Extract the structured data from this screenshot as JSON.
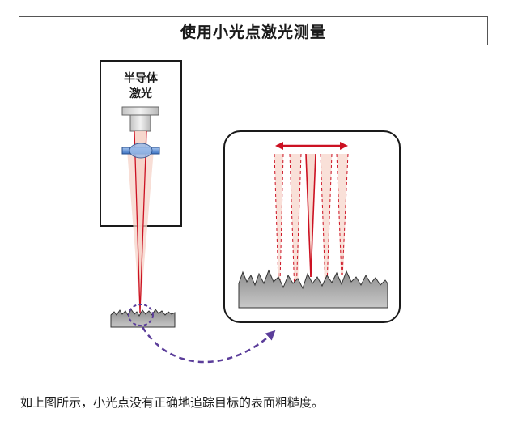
{
  "title": "使用小光点激光测量",
  "laser_label_line1": "半导体",
  "laser_label_line2": "激光",
  "caption": "如上图所示，小光点没有正确地追踪目标的表面粗糙度。",
  "colors": {
    "beam": "#cc1122",
    "beam_fill": "#f6d3c8",
    "arrow_purple": "#5b3d9a",
    "surface_gray": "#9a9a9a",
    "lens_blue": "#5b8fd6"
  }
}
